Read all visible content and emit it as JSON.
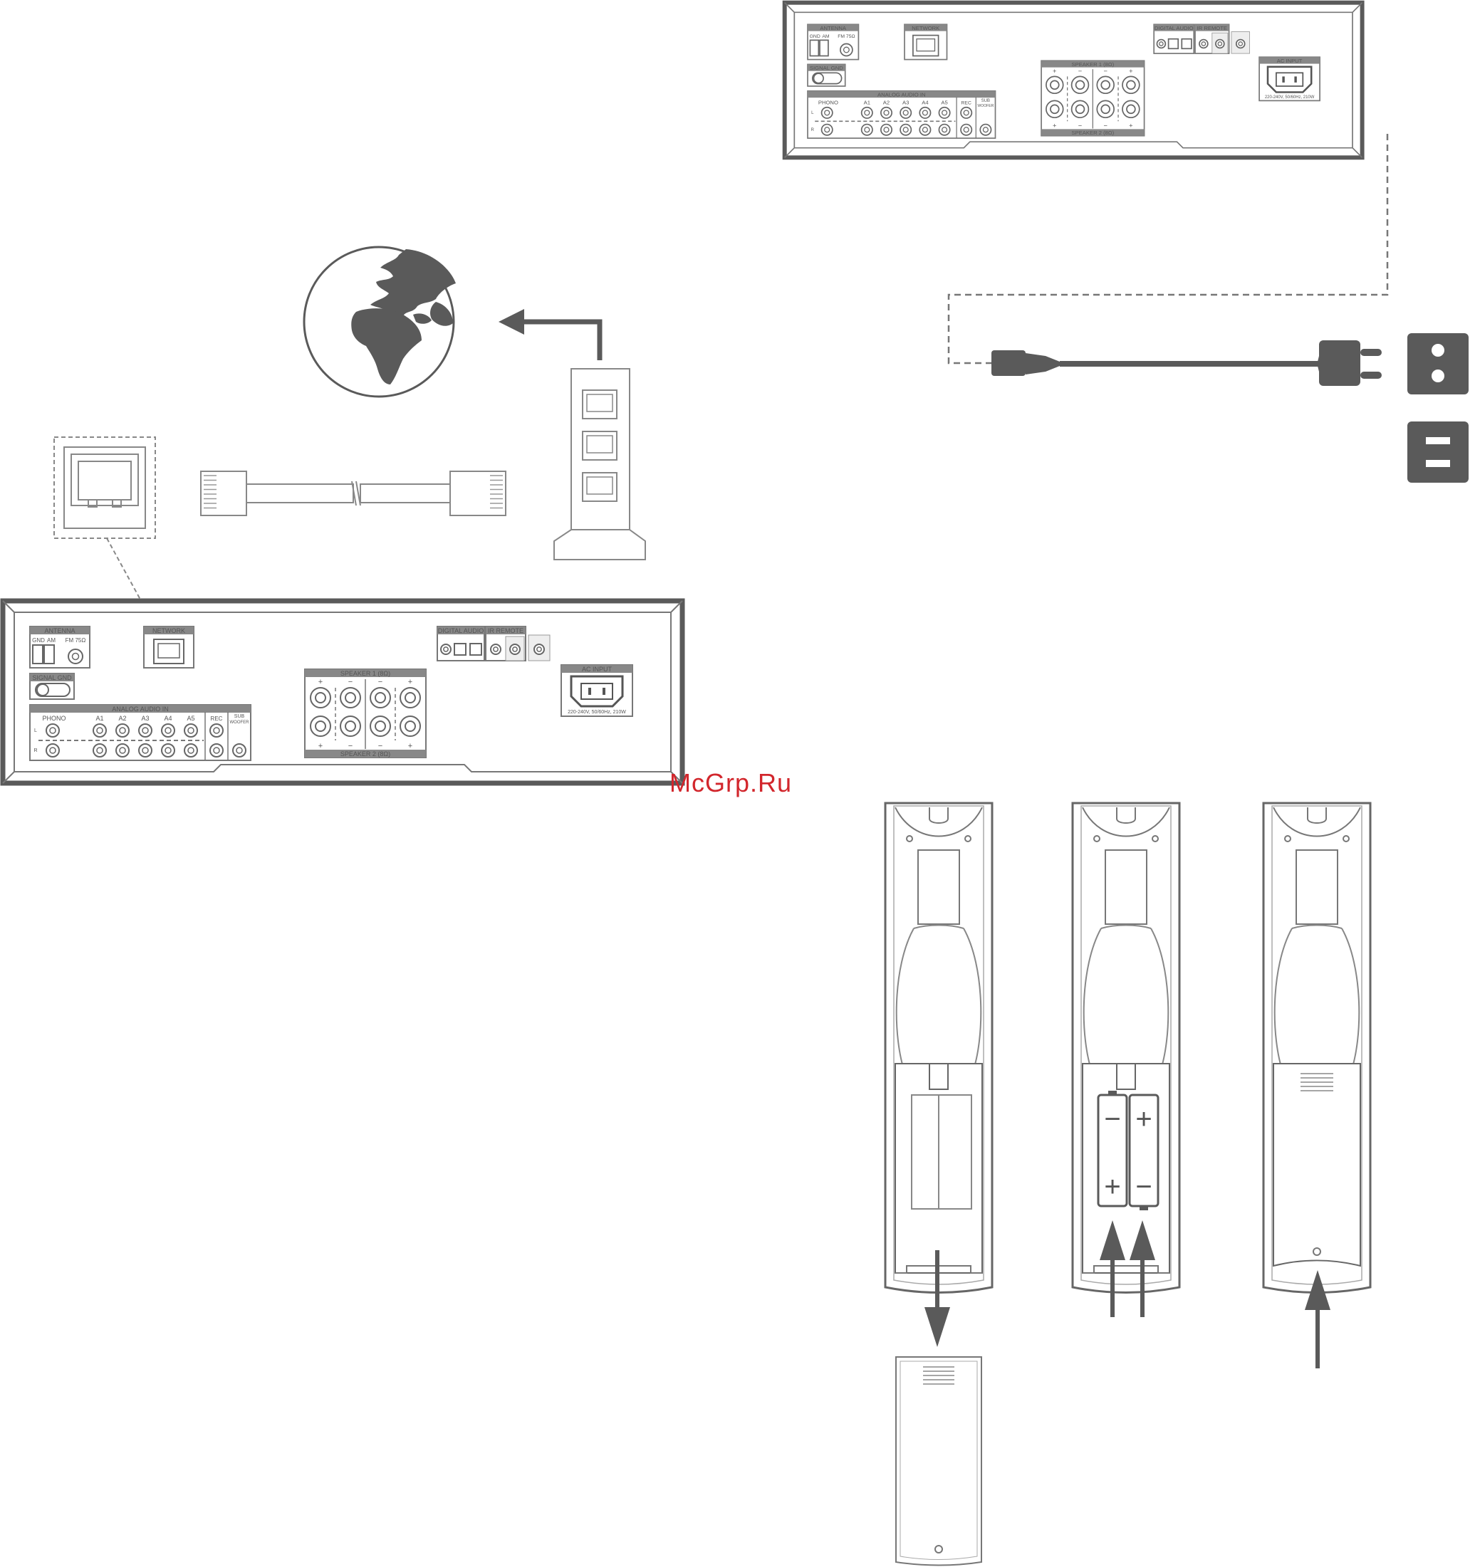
{
  "watermark": "McGrp.Ru",
  "colors": {
    "stroke": "#555555",
    "fill_dark": "#5a5a5a",
    "watermark": "#d2262c"
  },
  "panel_labels": {
    "antenna": "ANTENNA",
    "gnd": "GND",
    "am": "AM",
    "fm": "FM 75Ω",
    "signal_gnd": "SIGNAL GND",
    "network": "NETWORK",
    "analog_audio_in": "ANALOG AUDIO IN",
    "phono": "PHONO",
    "inputs": [
      "A1",
      "A2",
      "A3",
      "A4",
      "A5"
    ],
    "rec": "REC",
    "sub": "SUB",
    "woofer": "WOOFER",
    "ch_left": "L",
    "ch_right": "R",
    "digital_audio": "DIGITAL AUDIO",
    "ir_remote": "IR REMOTE",
    "speaker_1": "SPEAKER 1 (8Ω)",
    "speaker_2": "SPEAKER 2 (8Ω)",
    "ac_input": "AC INPUT",
    "ac_rating": "220-240V, 50/60Hz, 210W",
    "plus": "+",
    "minus": "−"
  },
  "icons": [
    "globe-icon",
    "router-icon",
    "ethernet-cable-icon",
    "network-port-icon",
    "power-cord-icon",
    "wall-socket-round-icon",
    "wall-socket-flat-icon",
    "remote-control-icon",
    "battery-icon",
    "arrow-icon"
  ]
}
